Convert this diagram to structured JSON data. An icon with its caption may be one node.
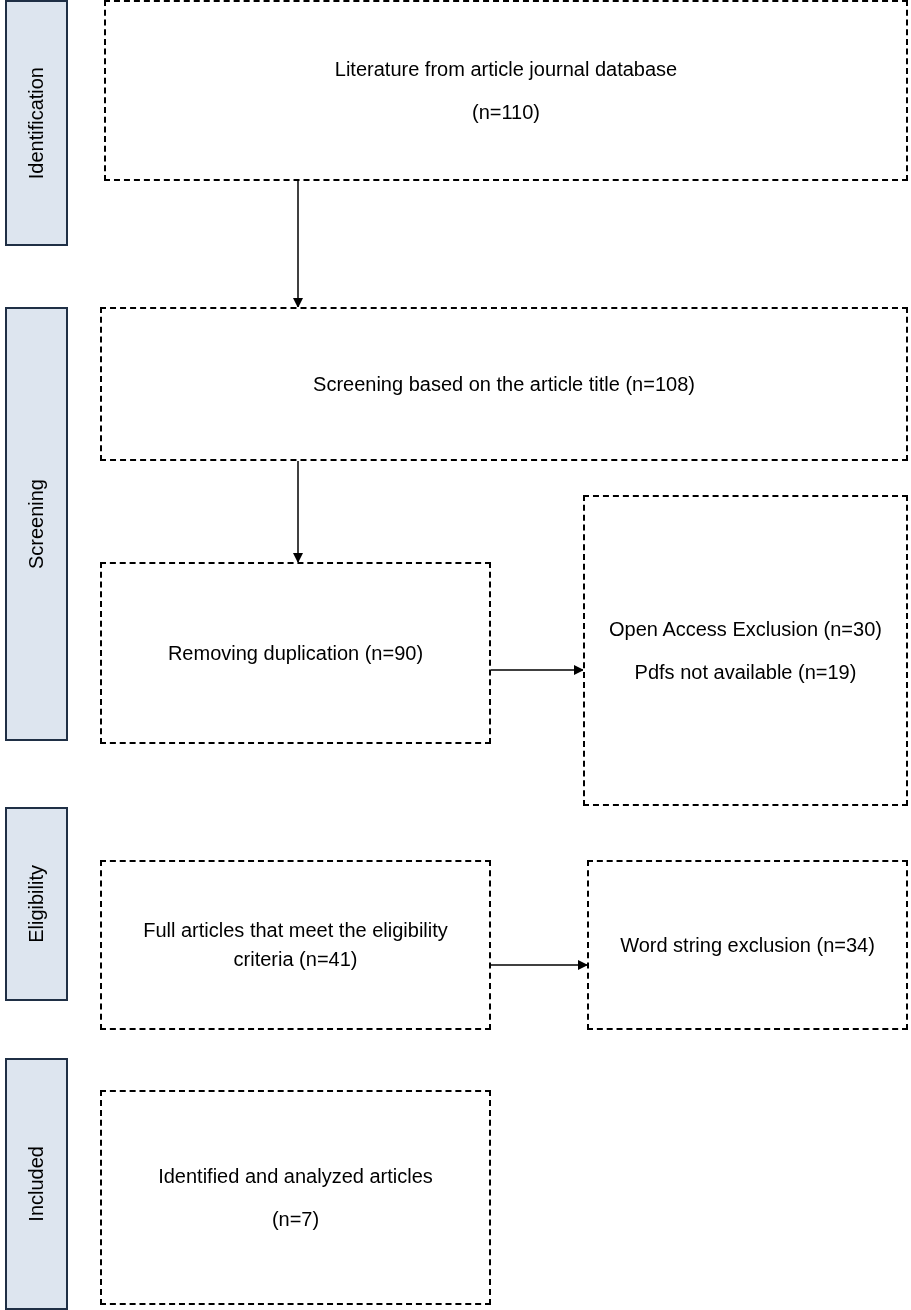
{
  "diagram": {
    "nodes": [
      {
        "text": [
          "Identification"
        ]
      },
      {
        "text": [
          "Screening"
        ]
      },
      {
        "text": [
          "Eligibility"
        ]
      },
      {
        "text": [
          "Included"
        ]
      },
      {
        "text": [
          "Literature from article journal database",
          "(n=110)"
        ]
      },
      {
        "text": [
          "Screening based on the article title (n=108)"
        ]
      },
      {
        "text": [
          "Removing duplication (n=90)"
        ]
      },
      {
        "text": [
          "Open Access Exclusion (n=30)",
          "Pdfs not available (n=19)"
        ]
      },
      {
        "text": [
          "Full articles that meet the eligibility criteria (n=41)"
        ]
      },
      {
        "text": [
          "Word string exclusion (n=34)"
        ]
      },
      {
        "text": [
          "Identified and analyzed articles",
          "(n=7)"
        ]
      }
    ],
    "edges": [
      {
        "from": 4,
        "to": 5,
        "arrow": "to"
      },
      {
        "from": 5,
        "to": 6,
        "arrow": "to"
      },
      {
        "from": 6,
        "to": 7,
        "arrow": "to"
      },
      {
        "from": 8,
        "to": 9,
        "arrow": "to"
      }
    ]
  }
}
